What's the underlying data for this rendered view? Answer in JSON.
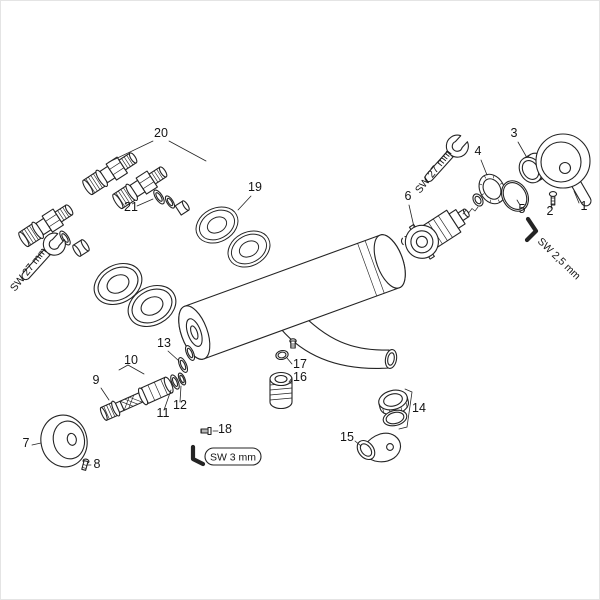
{
  "diagram": {
    "kind": "exploded-parts-diagram",
    "background": "#ffffff",
    "line_color": "#242424",
    "part_labels": [
      "1",
      "2",
      "3",
      "4",
      "5",
      "6",
      "7",
      "8",
      "9",
      "10",
      "11",
      "12",
      "13",
      "14",
      "15",
      "16",
      "17",
      "18",
      "19",
      "20",
      "21"
    ],
    "tool_labels": {
      "wrench_27": "SW 27 mm",
      "hex_key_2_5": "SW 2,5 mm",
      "hex_key_3": "SW 3 mm"
    }
  }
}
